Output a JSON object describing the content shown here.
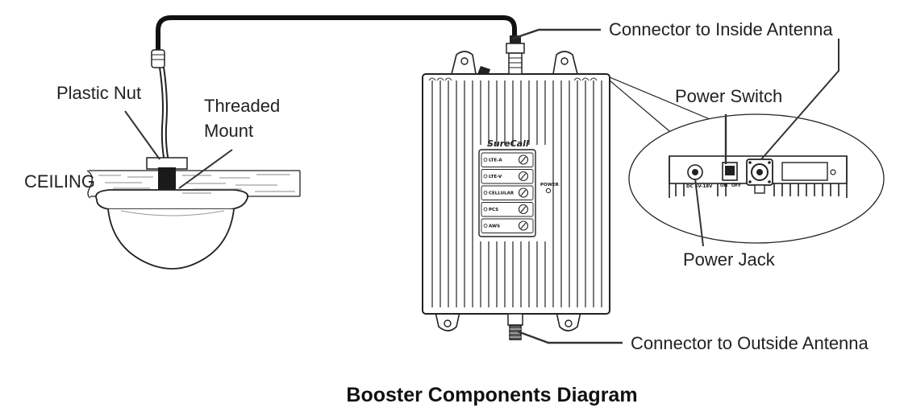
{
  "caption": "Booster Components Diagram",
  "labels": {
    "plastic_nut": "Plastic Nut",
    "threaded_mount_line1": "Threaded",
    "threaded_mount_line2": "Mount",
    "ceiling": "CEILING",
    "connector_inside": "Connector to Inside Antenna",
    "power_switch": "Power Switch",
    "power_jack": "Power Jack",
    "connector_outside": "Connector to Outside Antenna"
  },
  "booster": {
    "brand": "SureCall",
    "power_label": "POWER",
    "bands": [
      "LTE-A",
      "LTE-V",
      "CELLULAR",
      "PCS",
      "AWS"
    ]
  },
  "detail": {
    "dc_label": "DC 5V-18V",
    "on_label": "ON",
    "off_label": "OFF"
  }
}
